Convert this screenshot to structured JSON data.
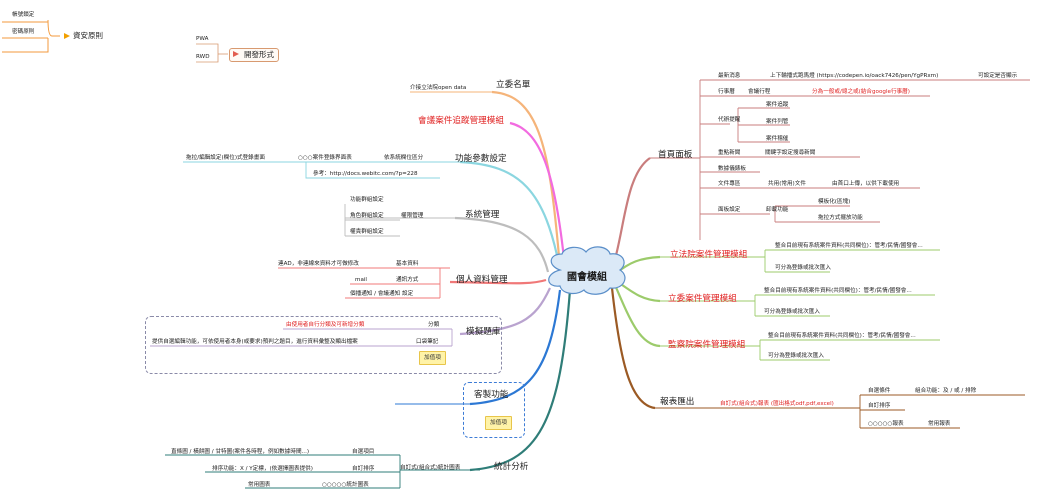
{
  "center": {
    "title": "國會模組"
  },
  "left_top": {
    "security": {
      "title": "資安原則",
      "items": [
        "帳號鎖定",
        "密碼原則"
      ]
    },
    "dev": {
      "title": "開發形式",
      "items": [
        "PWA",
        "RWD"
      ]
    }
  },
  "right": {
    "home": {
      "title": "首頁面板",
      "news": {
        "label": "最新消息",
        "detail": "上下輪播式跑馬燈 (https://codepen.io/oack7426/pen/YgPRxm)",
        "extra": "可設定是否顯示"
      },
      "schedule": {
        "label": "行事曆",
        "sub": "會議行程",
        "detail": "分為一般或/總之或(結合google行事曆)"
      },
      "todo": {
        "label": "代辦提醒",
        "items": [
          "案件追蹤",
          "案件列管",
          "案件稽催"
        ]
      },
      "hot_news": {
        "label": "重點新聞",
        "detail": "關鍵字設定搜尋新聞"
      },
      "stats": {
        "label": "數據儀錶板"
      },
      "files": {
        "label": "文件專區",
        "sub": "共用(常用)文件",
        "detail": "由首口上傳，以供下載使用"
      },
      "panel": {
        "label": "面板設定",
        "sub": "卸載功能",
        "items": [
          "模板化(區塊)",
          "拖拉方式擺放功能"
        ]
      }
    },
    "legislative": {
      "title": "立法院案件管理模組",
      "items": [
        "整合目前現有系統案件資料(共同欄位)：管考/民情/國發會...",
        "可分為登錄或批次匯入"
      ]
    },
    "legislator": {
      "title": "立委案件管理模組",
      "items": [
        "整合目前現有系統案件資料(共同欄位)：管考/民情/國發會...",
        "可分為登錄或批次匯入"
      ]
    },
    "control": {
      "title": "監察院案件管理模組",
      "items": [
        "整合目前現有系統案件資料(共同欄位)：管考/民情/國發會...",
        "可分為登錄或批次匯入"
      ]
    },
    "report": {
      "title": "報表匯出",
      "main": "自訂式(組合式)報表 (匯出格式odf,pdf,excel)",
      "items": [
        {
          "label": "自選條件",
          "detail": "組合功能：及 / 或 / 排除"
        },
        {
          "label": "自訂排序",
          "detail": ""
        },
        {
          "label": "○○○○○報表",
          "detail": "常用報表"
        }
      ]
    }
  },
  "left": {
    "legislator_list": {
      "title": "立委名單",
      "items": [
        "介接立法院open data"
      ]
    },
    "meeting": {
      "title": "會議案件追蹤管理模組"
    },
    "func": {
      "title": "功能參數設定",
      "items": [
        "依系統欄位區分",
        "○○○案件登錄界面表",
        "拖拉/編輯設定(欄位)式登錄畫面",
        "參考：http://docs.webitc.com/?p=228"
      ]
    },
    "sys": {
      "title": "系統管理",
      "sub": "權限管理",
      "items": [
        "功能群組設定",
        "角色群組設定",
        "權責群組設定"
      ]
    },
    "personal": {
      "title": "個人資料管理",
      "items": [
        {
          "label": "基本資料",
          "detail": "連AD，非連線來資料才可做修改"
        },
        {
          "label": "通訊方式",
          "detail": "mail"
        },
        {
          "label": "個播通知 / 會議通知 設定",
          "detail": ""
        }
      ]
    },
    "qbank": {
      "title": "模擬題庫",
      "cat": "分類",
      "cat_detail": "由使用者自行分類及可新增分類",
      "tool": "口袋筆記",
      "tool_detail": "提供自選編輯功能，可依使用者本身(或要求)預判之題目，進行資料彙整及顯出檔案",
      "tag": "加值項"
    },
    "custom": {
      "title": "客製功能",
      "tag": "加值項"
    },
    "stats": {
      "title": "統計分析",
      "main": "自訂式(組合式)統計圖表",
      "items": [
        {
          "label": "自選項目",
          "detail": "直條圖 / 橫餅圖 / 甘特圖(案件各時程，例如數據時間...)"
        },
        {
          "label": "自訂排序",
          "detail": "排序功能：X / Y定標，(依選擇圖表提供)"
        },
        {
          "label": "○○○○○統計圖表",
          "detail": "常用圖表"
        }
      ]
    }
  },
  "colors": {
    "home": "#c97d7d",
    "legis": "#9ccb6b",
    "report": "#9b5a24",
    "legislator_list": "#f5b47a",
    "meeting": "#f26be0",
    "func": "#8bd6e0",
    "sys": "#bdbdbd",
    "personal": "#f07878",
    "qbank": "#b9a3cf",
    "custom": "#2c78d4",
    "stats": "#2f7d78",
    "security": "#f39a3c"
  }
}
